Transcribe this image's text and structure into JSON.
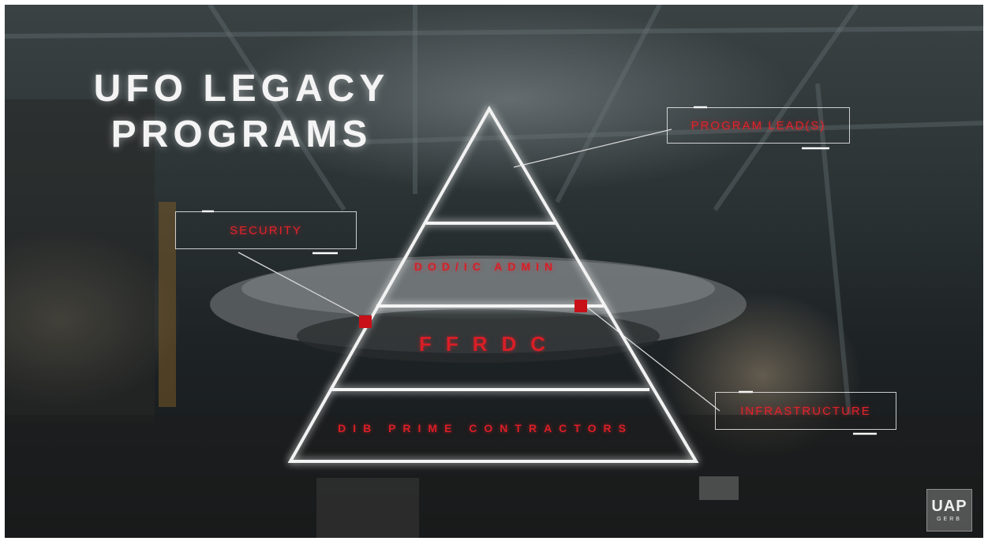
{
  "title_line1": "UFO LEGACY",
  "title_line2": "PROGRAMS",
  "labels": {
    "program_lead": "PROGRAM LEAD(S)",
    "security": "SECURITY",
    "infrastructure": "INFRASTRUCTURE"
  },
  "tiers": {
    "dod_ic_admin": "DOD/IC ADMIN",
    "ffrdc": "FFRDC",
    "dib_prime_contractors": "DIB PRIME CONTRACTORS"
  },
  "logo": {
    "main": "UAP",
    "sub": "GERB"
  },
  "colors": {
    "label_text": "#e0232b",
    "lines": "#f2f2f2",
    "marker": "#c81018"
  }
}
